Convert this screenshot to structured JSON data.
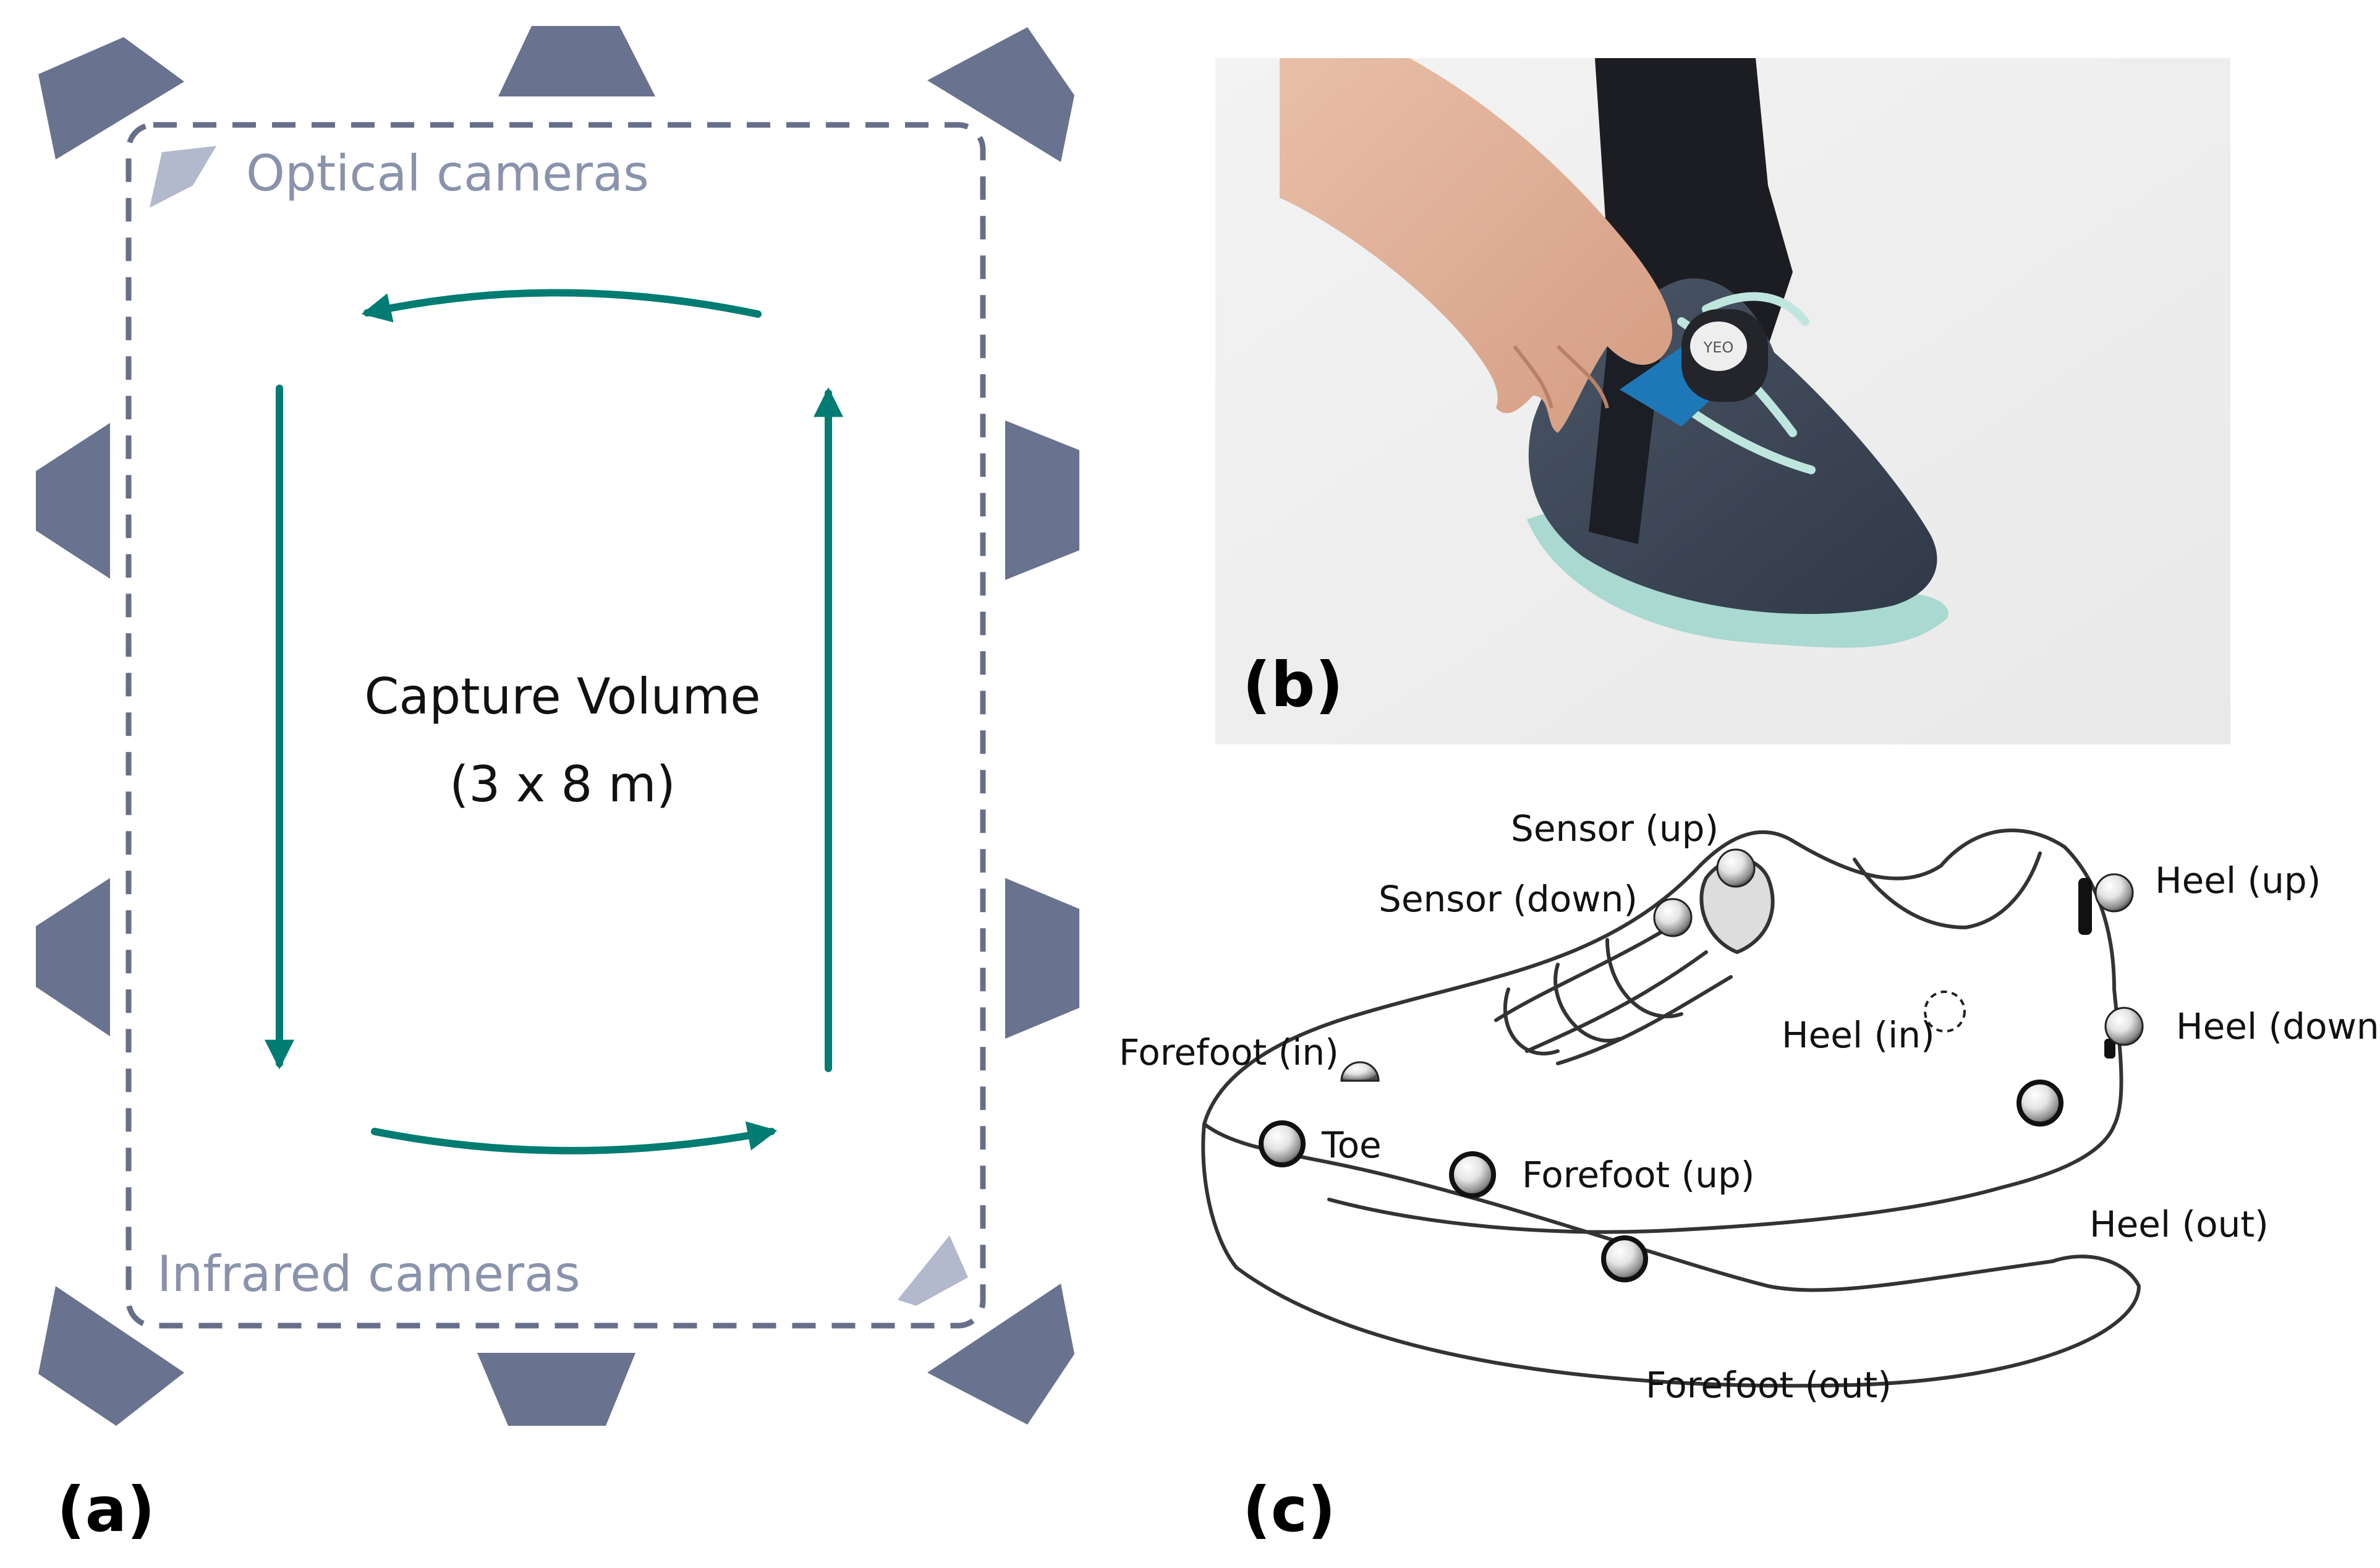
{
  "colors": {
    "camera": "#69728f",
    "optical_camera": "#b2b9cc",
    "legend_text": "#8a93ac",
    "arrow": "#007c73",
    "dashed_border": "#666e8a",
    "shoe_outline": "#333333",
    "label_text": "#111111"
  },
  "panel_a": {
    "label": "(a)",
    "legend_optical": "Optical cameras",
    "legend_infrared": "Infrared cameras",
    "volume_title": "Capture Volume",
    "volume_size": "(3 x 8 m)",
    "walking_direction": "counterclockwise",
    "camera_count": 10
  },
  "panel_b": {
    "label": "(b)",
    "photo_subject": "hand placing an inertial sensor clip onto the laces of a dark grey running shoe with mint-green sole",
    "sensor_text": "YEO"
  },
  "panel_c": {
    "label": "(c)",
    "markers": [
      {
        "id": "sensor-up",
        "label": "Sensor (up)"
      },
      {
        "id": "sensor-down",
        "label": "Sensor (down)"
      },
      {
        "id": "heel-up",
        "label": "Heel (up)"
      },
      {
        "id": "heel-down",
        "label": "Heel (down)"
      },
      {
        "id": "heel-in",
        "label": "Heel (in)",
        "hidden": true
      },
      {
        "id": "heel-out",
        "label": "Heel (out)"
      },
      {
        "id": "forefoot-in",
        "label": "Forefoot (in)"
      },
      {
        "id": "toe",
        "label": "Toe"
      },
      {
        "id": "forefoot-up",
        "label": "Forefoot (up)"
      },
      {
        "id": "forefoot-out",
        "label": "Forefoot (out)"
      }
    ]
  }
}
